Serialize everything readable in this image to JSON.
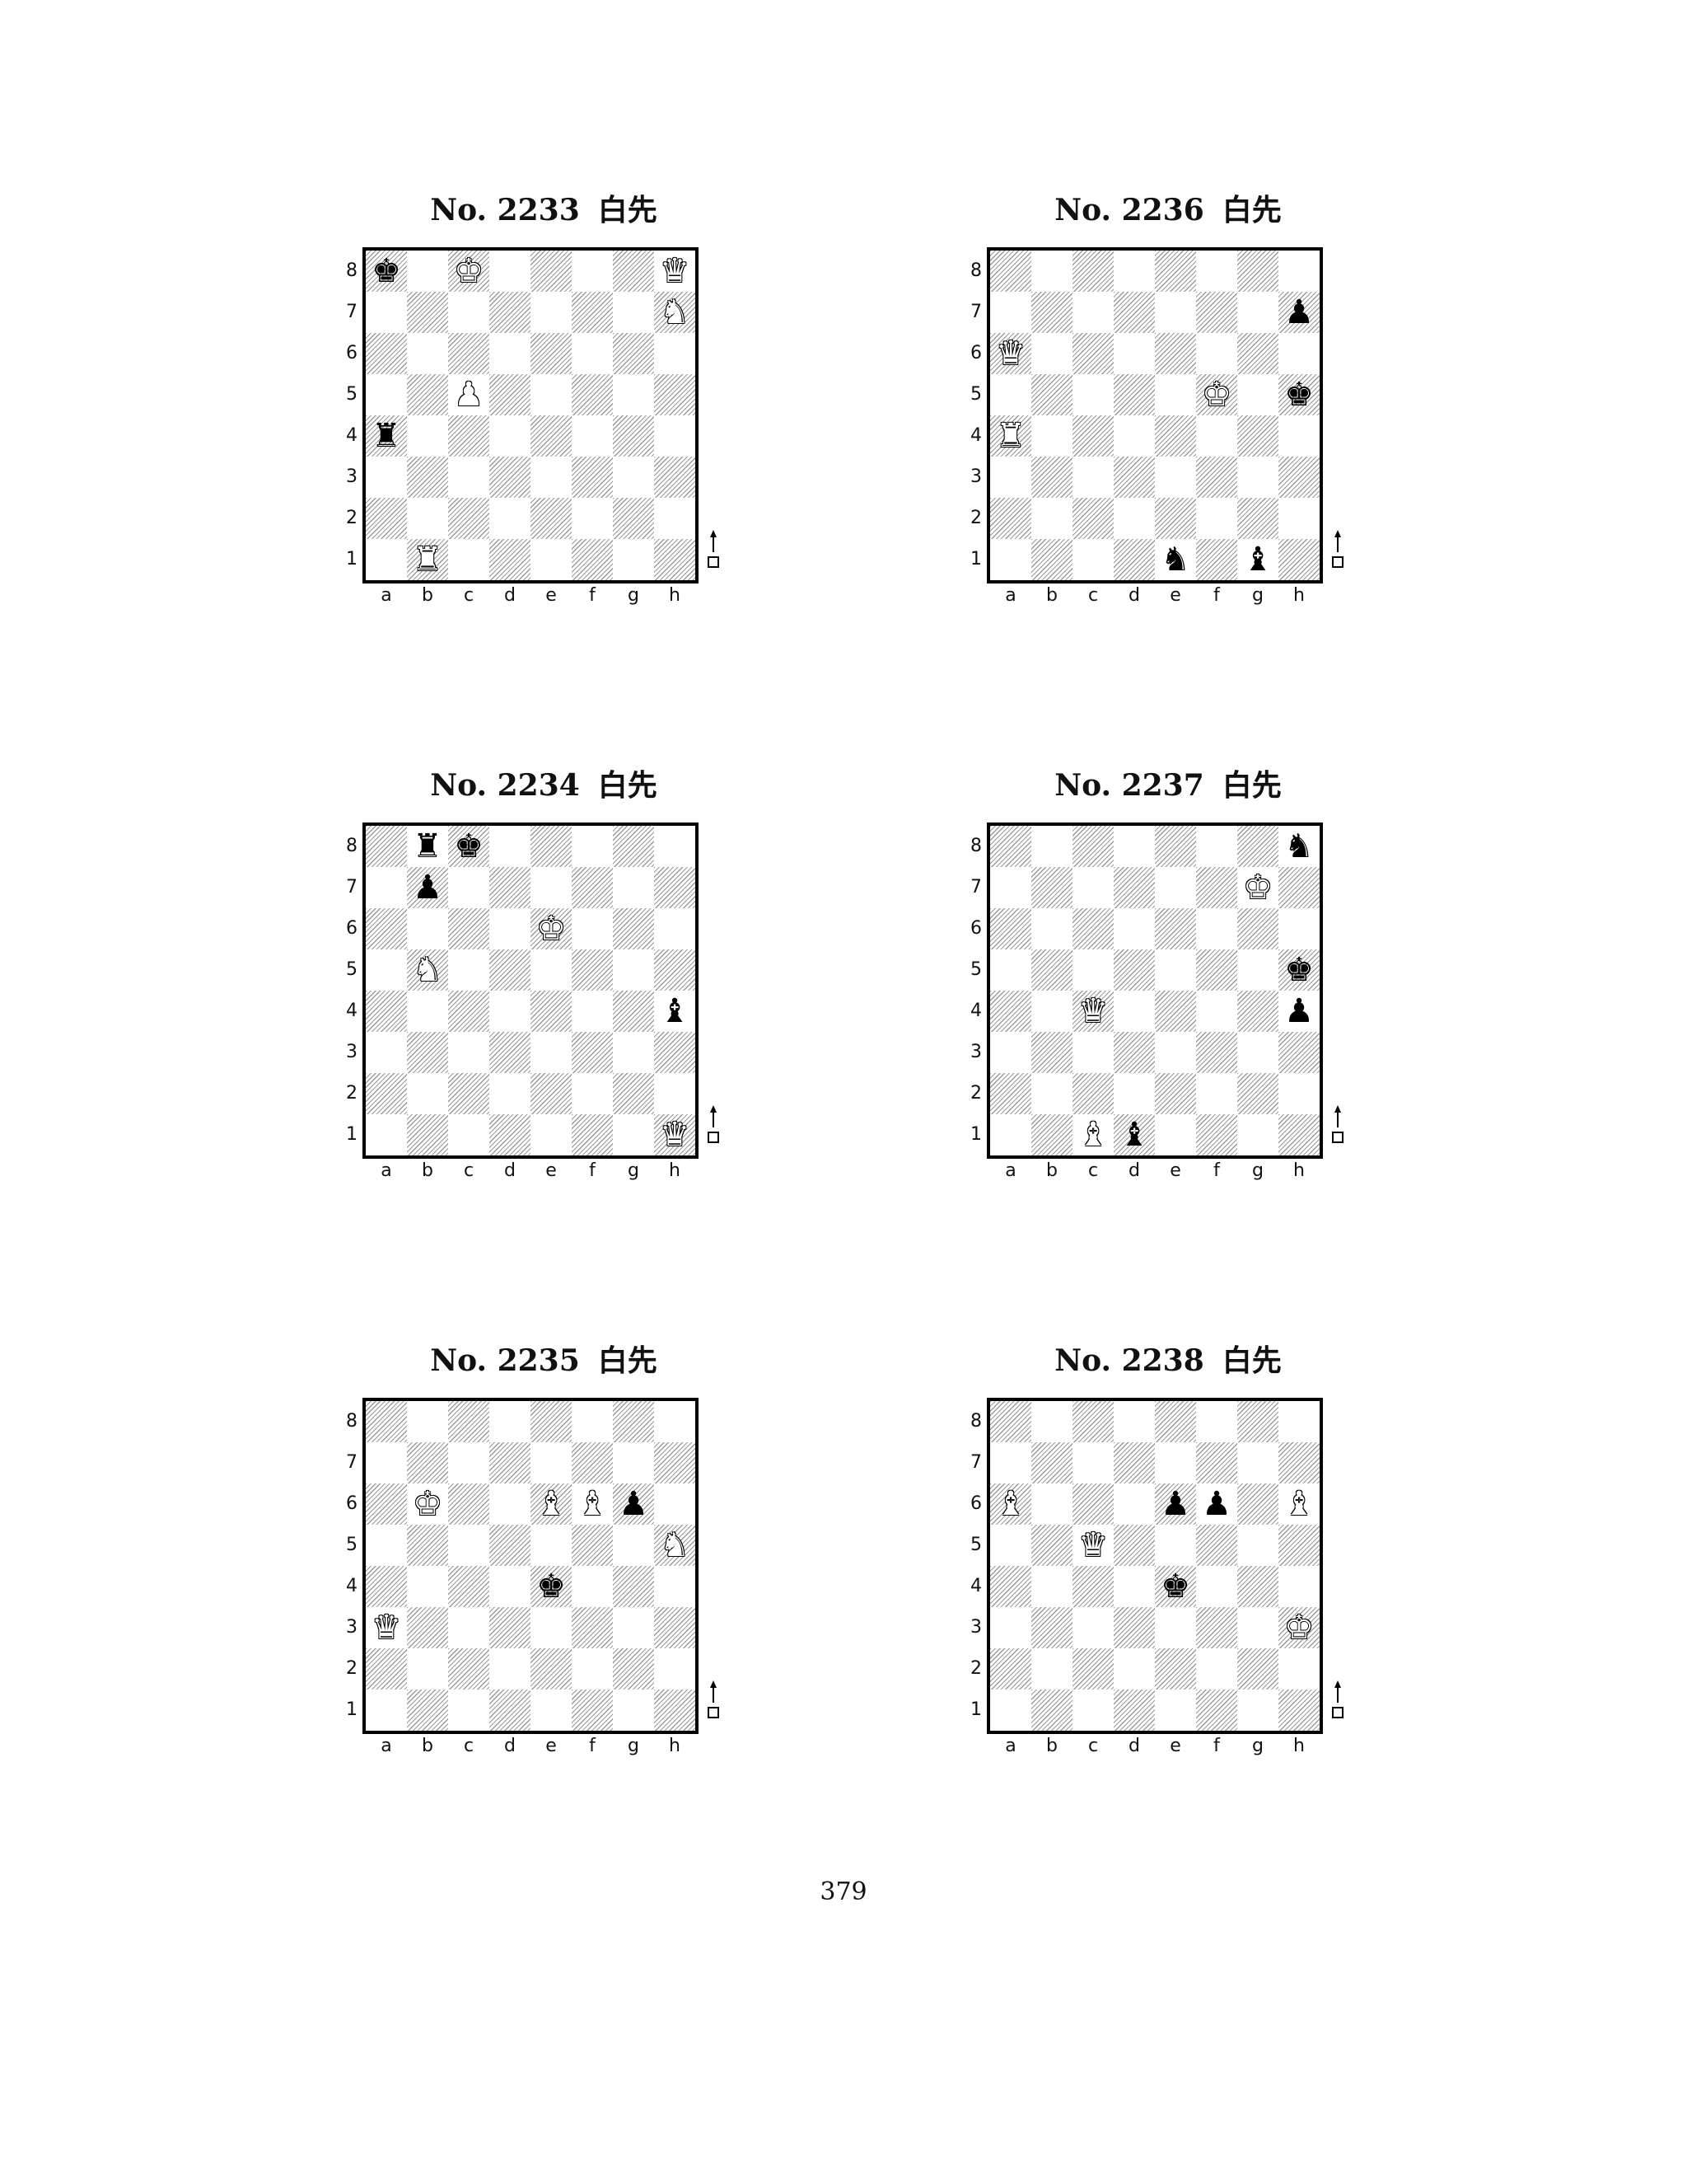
{
  "page": {
    "number": "379"
  },
  "puzzles": [
    {
      "number": "No. 2233",
      "side": "白先",
      "pieces": [
        {
          "sq": "a8",
          "color": "b",
          "type": "K"
        },
        {
          "sq": "c8",
          "color": "w",
          "type": "K"
        },
        {
          "sq": "h8",
          "color": "w",
          "type": "Q"
        },
        {
          "sq": "h7",
          "color": "w",
          "type": "N"
        },
        {
          "sq": "c5",
          "color": "w",
          "type": "P"
        },
        {
          "sq": "a4",
          "color": "b",
          "type": "R"
        },
        {
          "sq": "b1",
          "color": "w",
          "type": "R"
        }
      ]
    },
    {
      "number": "No. 2236",
      "side": "白先",
      "pieces": [
        {
          "sq": "h7",
          "color": "b",
          "type": "P"
        },
        {
          "sq": "a6",
          "color": "w",
          "type": "Q"
        },
        {
          "sq": "f5",
          "color": "w",
          "type": "K"
        },
        {
          "sq": "h5",
          "color": "b",
          "type": "K"
        },
        {
          "sq": "a4",
          "color": "w",
          "type": "R"
        },
        {
          "sq": "e1",
          "color": "b",
          "type": "N"
        },
        {
          "sq": "g1",
          "color": "b",
          "type": "B"
        }
      ]
    },
    {
      "number": "No. 2234",
      "side": "白先",
      "pieces": [
        {
          "sq": "b8",
          "color": "b",
          "type": "R"
        },
        {
          "sq": "c8",
          "color": "b",
          "type": "K"
        },
        {
          "sq": "b7",
          "color": "b",
          "type": "P"
        },
        {
          "sq": "e6",
          "color": "w",
          "type": "K"
        },
        {
          "sq": "b5",
          "color": "w",
          "type": "N"
        },
        {
          "sq": "h4",
          "color": "b",
          "type": "B"
        },
        {
          "sq": "h1",
          "color": "w",
          "type": "Q"
        }
      ]
    },
    {
      "number": "No. 2237",
      "side": "白先",
      "pieces": [
        {
          "sq": "h8",
          "color": "b",
          "type": "N"
        },
        {
          "sq": "g7",
          "color": "w",
          "type": "K"
        },
        {
          "sq": "h5",
          "color": "b",
          "type": "K"
        },
        {
          "sq": "c4",
          "color": "w",
          "type": "Q"
        },
        {
          "sq": "h4",
          "color": "b",
          "type": "P"
        },
        {
          "sq": "c1",
          "color": "w",
          "type": "B"
        },
        {
          "sq": "d1",
          "color": "b",
          "type": "B"
        }
      ]
    },
    {
      "number": "No. 2235",
      "side": "白先",
      "pieces": [
        {
          "sq": "b6",
          "color": "w",
          "type": "K"
        },
        {
          "sq": "e6",
          "color": "w",
          "type": "B"
        },
        {
          "sq": "f6",
          "color": "w",
          "type": "B"
        },
        {
          "sq": "g6",
          "color": "b",
          "type": "P"
        },
        {
          "sq": "h5",
          "color": "w",
          "type": "N"
        },
        {
          "sq": "e4",
          "color": "b",
          "type": "K"
        },
        {
          "sq": "a3",
          "color": "w",
          "type": "Q"
        }
      ]
    },
    {
      "number": "No. 2238",
      "side": "白先",
      "pieces": [
        {
          "sq": "a6",
          "color": "w",
          "type": "B"
        },
        {
          "sq": "e6",
          "color": "b",
          "type": "P"
        },
        {
          "sq": "f6",
          "color": "b",
          "type": "P"
        },
        {
          "sq": "h6",
          "color": "w",
          "type": "B"
        },
        {
          "sq": "c5",
          "color": "w",
          "type": "Q"
        },
        {
          "sq": "e4",
          "color": "b",
          "type": "K"
        },
        {
          "sq": "h3",
          "color": "w",
          "type": "K"
        }
      ]
    }
  ],
  "files": [
    "a",
    "b",
    "c",
    "d",
    "e",
    "f",
    "g",
    "h"
  ],
  "ranks": [
    "8",
    "7",
    "6",
    "5",
    "4",
    "3",
    "2",
    "1"
  ]
}
